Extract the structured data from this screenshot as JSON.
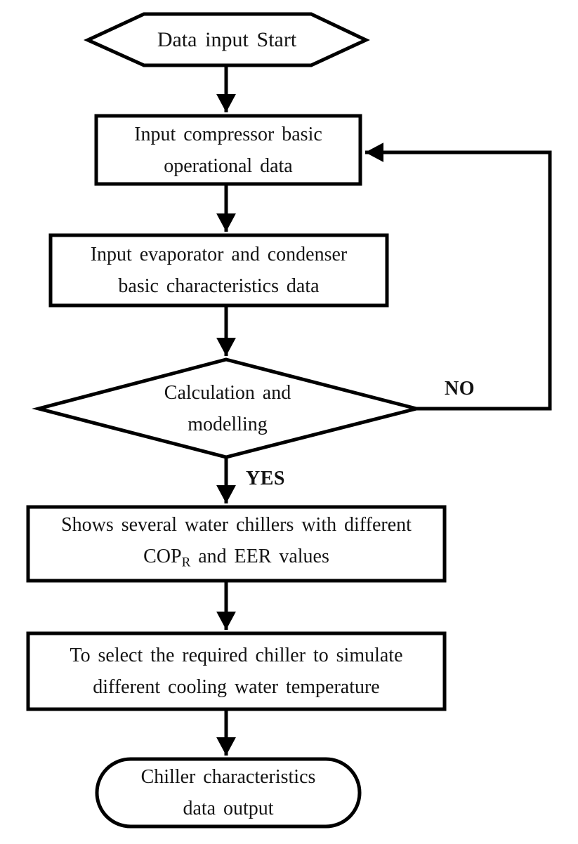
{
  "flowchart": {
    "nodes": {
      "start": {
        "shape": "hexagon",
        "label": "Data input Start"
      },
      "input_compressor": {
        "shape": "process-rect",
        "line1": "Input compressor basic",
        "line2": "operational data"
      },
      "input_evaporator": {
        "shape": "process-rect",
        "line1": "Input evaporator and condenser",
        "line2": "basic characteristics data"
      },
      "decision": {
        "shape": "diamond",
        "line1": "Calculation and",
        "line2": "modelling"
      },
      "show_chillers": {
        "shape": "process-rect",
        "line1": "Shows several water chillers with different",
        "line2_pre": "COP",
        "line2_sub": "R",
        "line2_post": " and EER values"
      },
      "select_chiller": {
        "shape": "process-rect",
        "line1": "To select the required chiller to simulate",
        "line2": "different cooling water temperature"
      },
      "output": {
        "shape": "stadium",
        "line1": "Chiller characteristics",
        "line2": "data output"
      }
    },
    "branch_labels": {
      "yes": "YES",
      "no": "NO"
    },
    "colors": {
      "stroke": "#000000",
      "shape_fill": "#ffffff",
      "text": "#141414"
    }
  }
}
